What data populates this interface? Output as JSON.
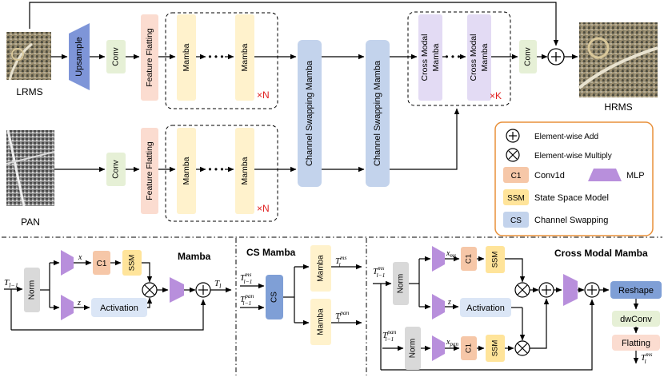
{
  "top": {
    "lrms_label": "LRMS",
    "pan_label": "PAN",
    "hrms_label": "HRMS",
    "upsample": "Upsample",
    "conv": "Conv",
    "feature_flatting": "Feature Flatting",
    "mamba": "Mamba",
    "dots": "• • •",
    "repeat_n": "×N",
    "repeat_k": "×K",
    "channel_swapping_mamba": "Channel Swapping Mamba",
    "cross_modal_mamba_1": "Cross Modal",
    "cross_modal_mamba_2": "Mamba"
  },
  "legend": {
    "add_label": "Element-wise Add",
    "multiply_label": "Element-wise Multiply",
    "c1_tag": "C1",
    "c1_label": "Conv1d",
    "mlp_label": "MLP",
    "ssm_tag": "SSM",
    "ssm_label": "State Space Model",
    "cs_tag": "CS",
    "cs_label": "Channel Swapping",
    "accent_color": "#e8903a"
  },
  "mamba_block": {
    "title": "Mamba",
    "norm": "Norm",
    "c1": "C1",
    "ssm": "SSM",
    "activation": "Activation",
    "x_var": "x",
    "z_var": "z",
    "in_main": "T",
    "in_sub": "l−1",
    "out_main": "T",
    "out_sub": "l"
  },
  "cs_block": {
    "title": "CS Mamba",
    "cs": "CS",
    "mamba": "Mamba",
    "in1_main": "T",
    "in1_sub": "l−1",
    "in1_sup": "ms",
    "in2_main": "T",
    "in2_sub": "l−1",
    "in2_sup": "pan",
    "out1_main": "T",
    "out1_sub": "l",
    "out1_sup": "ms",
    "out2_main": "T",
    "out2_sub": "l",
    "out2_sup": "pan"
  },
  "cm_block": {
    "title": "Cross Modal Mamba",
    "norm": "Norm",
    "c1": "C1",
    "ssm": "SSM",
    "activation": "Activation",
    "reshape": "Reshape",
    "dwconv": "dwConv",
    "flatting": "Flatting",
    "x_ms_main": "x",
    "x_ms_sub": "ms",
    "x_pan_main": "x",
    "x_pan_sub": "pan",
    "z_var": "z",
    "in1_main": "T",
    "in1_sub": "l−1",
    "in1_sup": "ms",
    "in2_main": "T",
    "in2_sub": "l−1",
    "in2_sup": "pan",
    "out_main": "T",
    "out_sub": "l",
    "out_sup": "ms"
  }
}
